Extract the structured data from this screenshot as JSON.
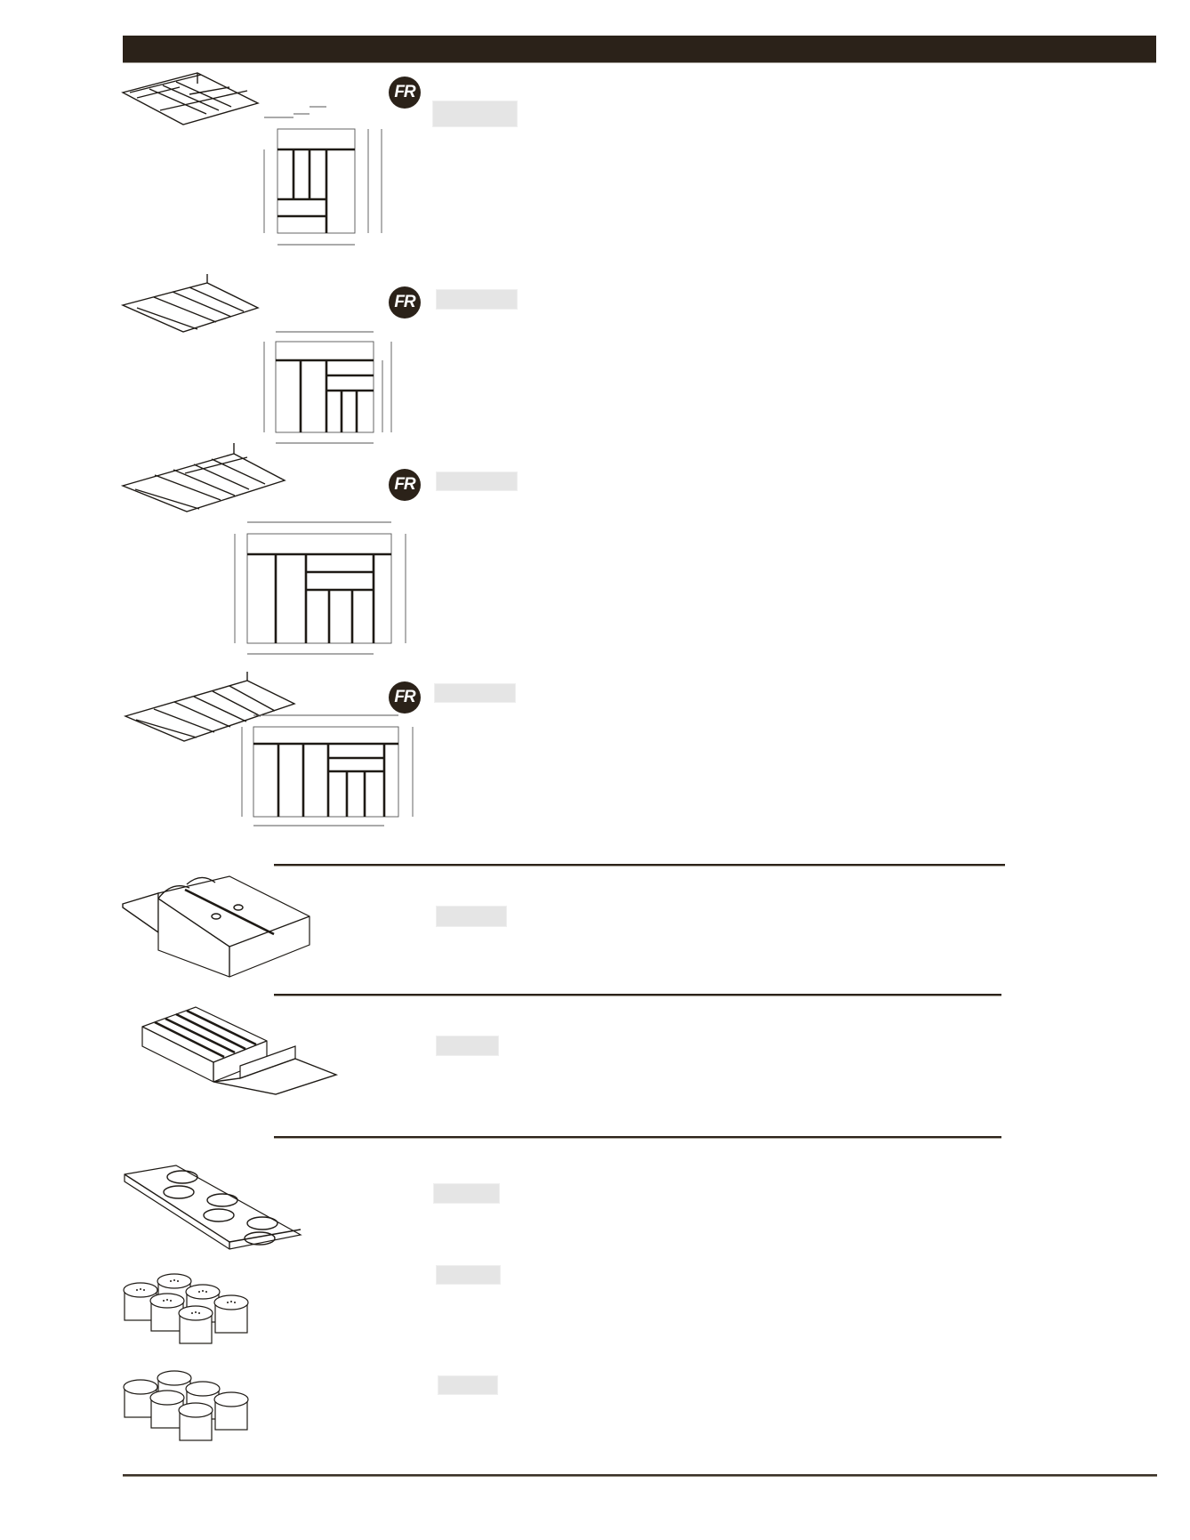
{
  "page": {
    "header": {
      "title": "",
      "color": "#2b2219"
    },
    "badge_label": "FR",
    "sections": [
      {
        "id": "tray-1",
        "type": "cutlery-tray",
        "badge": "FR",
        "has_dimension_drawing": true
      },
      {
        "id": "tray-2",
        "type": "cutlery-tray",
        "badge": "FR",
        "has_dimension_drawing": true
      },
      {
        "id": "tray-3",
        "type": "cutlery-tray",
        "badge": "FR",
        "has_dimension_drawing": true
      },
      {
        "id": "tray-4",
        "type": "cutlery-tray",
        "badge": "FR",
        "has_dimension_drawing": true
      },
      {
        "id": "knife-holder",
        "type": "knife-block-insert"
      },
      {
        "id": "knife-block",
        "type": "knife-slot-insert"
      },
      {
        "id": "spice-tray",
        "type": "spice-jar-tray"
      },
      {
        "id": "shaker-jars",
        "type": "spice-jars-shaker-lids"
      },
      {
        "id": "plain-jars",
        "type": "spice-jars-plain-lids"
      }
    ],
    "colors": {
      "ink": "#2b2219",
      "placeholder": "#e5e5e5",
      "background": "#ffffff"
    }
  }
}
